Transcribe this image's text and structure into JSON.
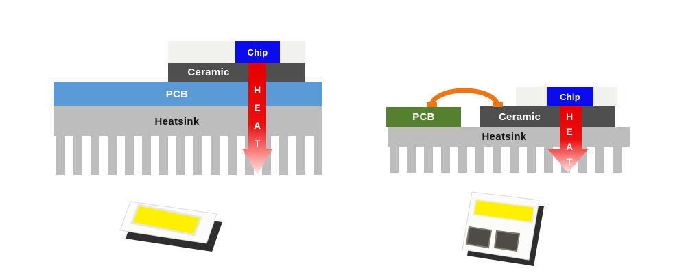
{
  "figure": {
    "left_panel": {
      "layers": {
        "chip": "Chip",
        "ceramic": "Ceramic",
        "pcb": "PCB",
        "heatsink": "Heatsink"
      },
      "heat_arrow_letters": [
        "H",
        "E",
        "A",
        "T"
      ]
    },
    "right_panel": {
      "layers": {
        "chip": "Chip",
        "ceramic": "Ceramic",
        "pcb": "PCB",
        "heatsink": "Heatsink"
      },
      "heat_arrow_letters": [
        "H",
        "E",
        "A",
        "T"
      ]
    }
  },
  "colors": {
    "chip_blue": "#0b0bef",
    "ceramic_gray": "#4f4f4f",
    "pcb_blue": "#5b9bd5",
    "pcb_green": "#55802e",
    "heatsink_gray": "#bdbdbd",
    "phosphor_strip": "#f1f1ee",
    "heat_red": "#e60000",
    "heat_red_tip": "#ffecec",
    "wire_bond_orange": "#ef7512",
    "package_yellow": "#fff000",
    "package_white": "#fbfbfa",
    "package_base_dark": "#2e2e2e",
    "pad_dark": "#4e4c44"
  }
}
